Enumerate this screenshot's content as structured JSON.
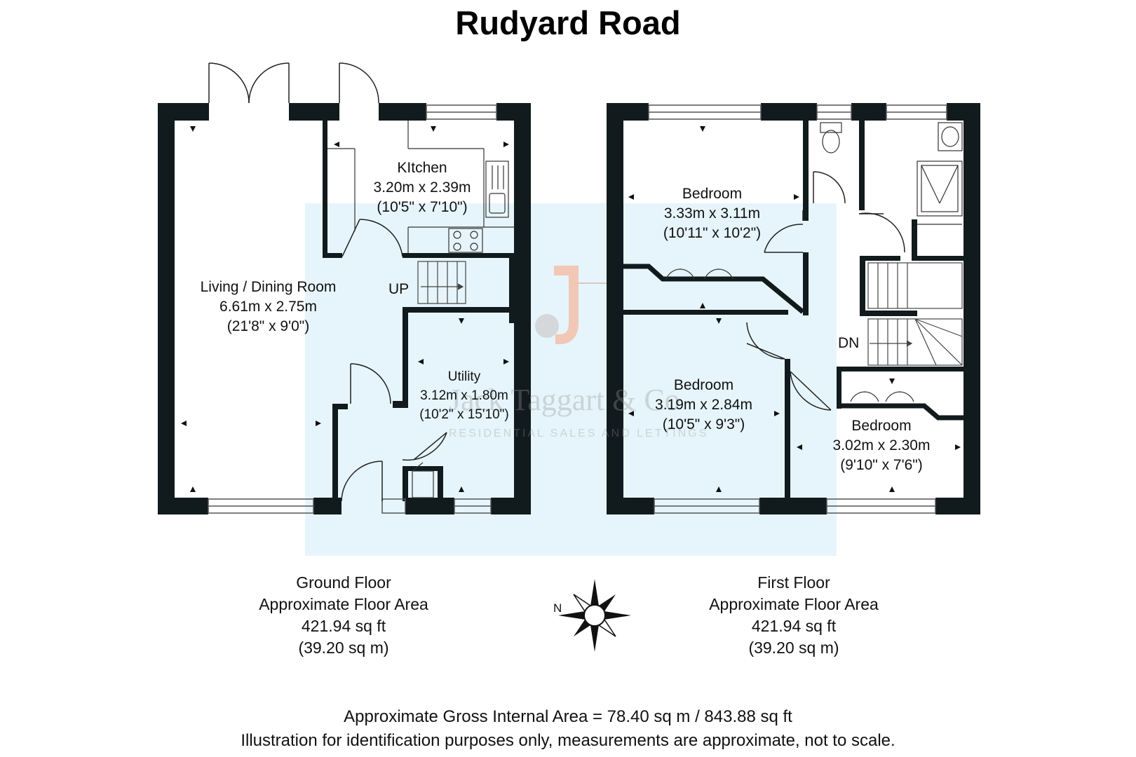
{
  "title": "Rudyard Road",
  "rooms": {
    "living": {
      "name": "Living / Dining Room",
      "metric": "6.61m x 2.75m",
      "imperial": "(21'8\" x 9'0\")"
    },
    "kitchen": {
      "name": "KItchen",
      "metric": "3.20m x 2.39m",
      "imperial": "(10'5\" x 7'10\")"
    },
    "utility": {
      "name": "Utility",
      "metric": "3.12m x 1.80m",
      "imperial": "(10'2\" x 15'10\")"
    },
    "bedroom1": {
      "name": "Bedroom",
      "metric": "3.33m x 3.11m",
      "imperial": "(10'11\" x 10'2\")"
    },
    "bedroom2": {
      "name": "Bedroom",
      "metric": "3.19m x 2.84m",
      "imperial": "(10'5\" x 9'3\")"
    },
    "bedroom3": {
      "name": "Bedroom",
      "metric": "3.02m x 2.30m",
      "imperial": "(9'10\" x 7'6\")"
    }
  },
  "stairs": {
    "up": "UP",
    "down": "DN"
  },
  "floors": {
    "ground": {
      "name": "Ground Floor",
      "label": "Approximate Floor Area",
      "sqft": "421.94 sq ft",
      "sqm": "(39.20 sq m)"
    },
    "first": {
      "name": "First Floor",
      "label": "Approximate Floor Area",
      "sqft": "421.94 sq ft",
      "sqm": "(39.20 sq m)"
    }
  },
  "compass": {
    "north": "N",
    "icon": "compass-rose-icon"
  },
  "watermark": {
    "name": "Jack Taggart & Co",
    "tagline": "RESIDENTIAL SALES AND LETTINGS",
    "logo": "jt-logo-icon"
  },
  "footer": {
    "gross": "Approximate Gross Internal Area = 78.40 sq m / 843.88 sq ft",
    "disclaimer": "Illustration for identification purposes only, measurements are approximate, not to scale."
  },
  "colors": {
    "wall": "#111a1c",
    "shade": "#e6f5fb",
    "logo_orange": "#f5a98b",
    "logo_grey": "#c9c9c9"
  }
}
